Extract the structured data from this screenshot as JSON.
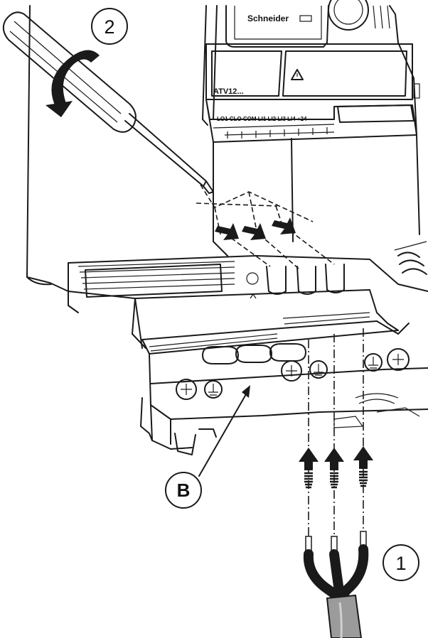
{
  "device": {
    "brand": "Schneider",
    "model": "ATV12...",
    "control_terminals": "LO1 CLO COM LI1 LI2 LI3 LI4 +24"
  },
  "callouts": {
    "step_1": "1",
    "step_2": "2",
    "part_b": "B"
  }
}
